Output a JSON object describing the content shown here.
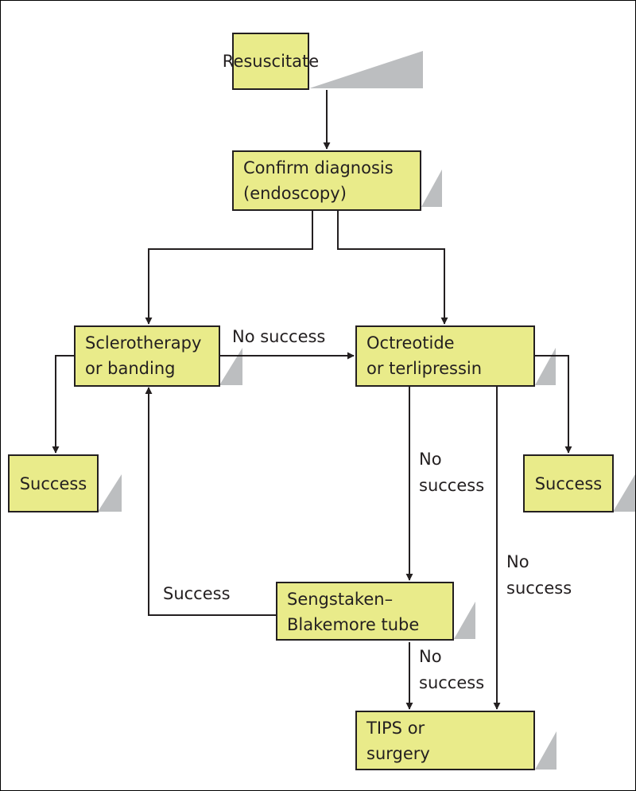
{
  "colors": {
    "box_fill": "#e9eb8a",
    "stroke": "#231f20",
    "shadow": "#bcbec0"
  },
  "nodes": {
    "resuscitate": {
      "lines": [
        "Resuscitate"
      ]
    },
    "confirm": {
      "lines": [
        "Confirm diagnosis",
        "(endoscopy)"
      ]
    },
    "sclero": {
      "lines": [
        "Sclerotherapy",
        "or banding"
      ]
    },
    "octreotide": {
      "lines": [
        "Octreotide",
        "or terlipressin"
      ]
    },
    "success_left": {
      "lines": [
        "Success"
      ]
    },
    "success_right": {
      "lines": [
        "Success"
      ]
    },
    "sengstaken": {
      "lines": [
        "Sengstaken–",
        "Blakemore tube"
      ]
    },
    "tips": {
      "lines": [
        "TIPS or",
        "surgery"
      ]
    }
  },
  "edge_labels": {
    "sclero_to_octreotide": {
      "lines": [
        "No success"
      ]
    },
    "octreotide_to_sengstaken": {
      "lines": [
        "No",
        "success"
      ]
    },
    "octreotide_to_tips": {
      "lines": [
        "No",
        "success"
      ]
    },
    "sengstaken_to_sclero": {
      "lines": [
        "Success"
      ]
    },
    "sengstaken_to_tips": {
      "lines": [
        "No",
        "success"
      ]
    }
  }
}
